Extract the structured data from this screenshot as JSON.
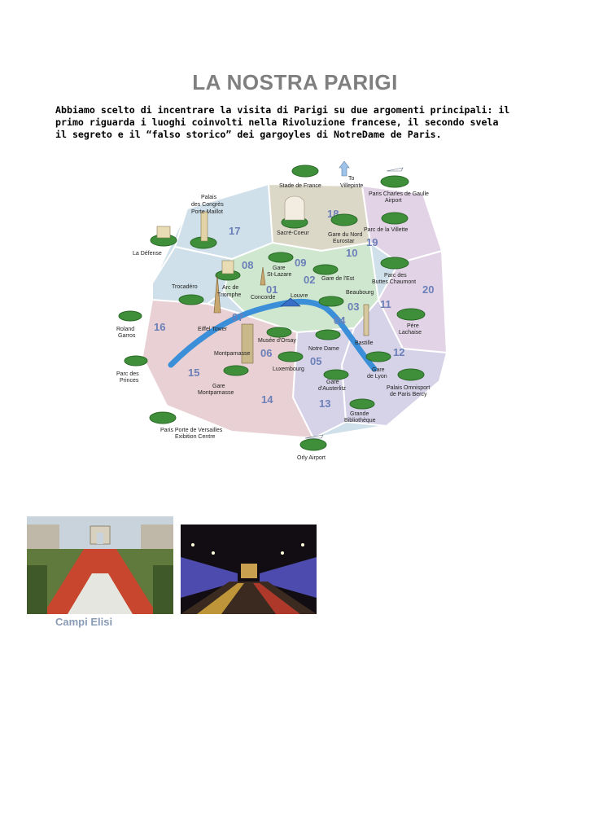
{
  "document": {
    "title": "LA NOSTRA PARIGI",
    "intro": "Abbiamo scelto di incentrare la visita di Parigi su due argomenti principali: il primo riguarda i luoghi coinvolti nella Rivoluzione francese, il secondo svela il segreto e il “falso storico” dei gargoyles di NotreDame de Paris."
  },
  "map": {
    "arrondissements": [
      "01",
      "02",
      "03",
      "04",
      "05",
      "06",
      "07",
      "08",
      "09",
      "10",
      "11",
      "12",
      "13",
      "14",
      "15",
      "16",
      "17",
      "18",
      "19",
      "20"
    ],
    "places": {
      "stade": "Stade de France",
      "to": "To",
      "villepinte": "Villepinte",
      "cdg_1": "Paris Charles de Gaulle",
      "cdg_2": "Airport",
      "palais_1": "Palais",
      "palais_2": "des Congrès",
      "palais_3": "Porte Maillot",
      "defense": "La Défense",
      "sacre": "Sacré-Coeur",
      "gdn_1": "Gare du Nord",
      "gdn_2": "Eurostar",
      "villette": "Parc de la Villette",
      "lazare_1": "Gare",
      "lazare_2": "St-Lazare",
      "gde": "Gare de l'Est",
      "buttes_1": "Parc des",
      "buttes_2": "Buttes Chaumont",
      "trocadero": "Trocadéro",
      "arc_1": "Arc de",
      "arc_2": "Triomphe",
      "concorde": "Concorde",
      "louvre": "Louvre",
      "beaubourg": "Beaubourg",
      "eiffel": "Eiffel Tower",
      "roland_1": "Roland",
      "roland_2": "Garros",
      "orsay": "Musée d'Orsay",
      "notredame": "Notre Dame",
      "bastille": "Bastille",
      "pere_1": "Père",
      "pere_2": "Lachaise",
      "montparnasse": "Montparnasse",
      "luxembourg": "Luxembourg",
      "gdl_1": "Gare",
      "gdl_2": "de Lyon",
      "princes_1": "Parc des",
      "princes_2": "Princes",
      "gmp_1": "Gare",
      "gmp_2": "Montparnasse",
      "aust_1": "Gare",
      "aust_2": "d'Austerlitz",
      "bercy_1": "Palais Omnisport",
      "bercy_2": "de Paris Bercy",
      "bib_1": "Grande",
      "bib_2": "Bibliothèque",
      "versailles_1": "Paris Porte de Versailles",
      "versailles_2": "Exibition Centre",
      "orly": "Orly Airport"
    },
    "colors": {
      "river": "#3a8fd8",
      "west": "#cfe0ea",
      "north": "#dcd8c8",
      "northeast": "#e2d4e6",
      "center": "#cfe6cf",
      "south": "#e8d0d4",
      "southeast": "#d6d2e8",
      "number": "#6b7fb8",
      "badge": "#3f8f3a"
    }
  },
  "photos": {
    "caption": "Campi Elisi"
  }
}
